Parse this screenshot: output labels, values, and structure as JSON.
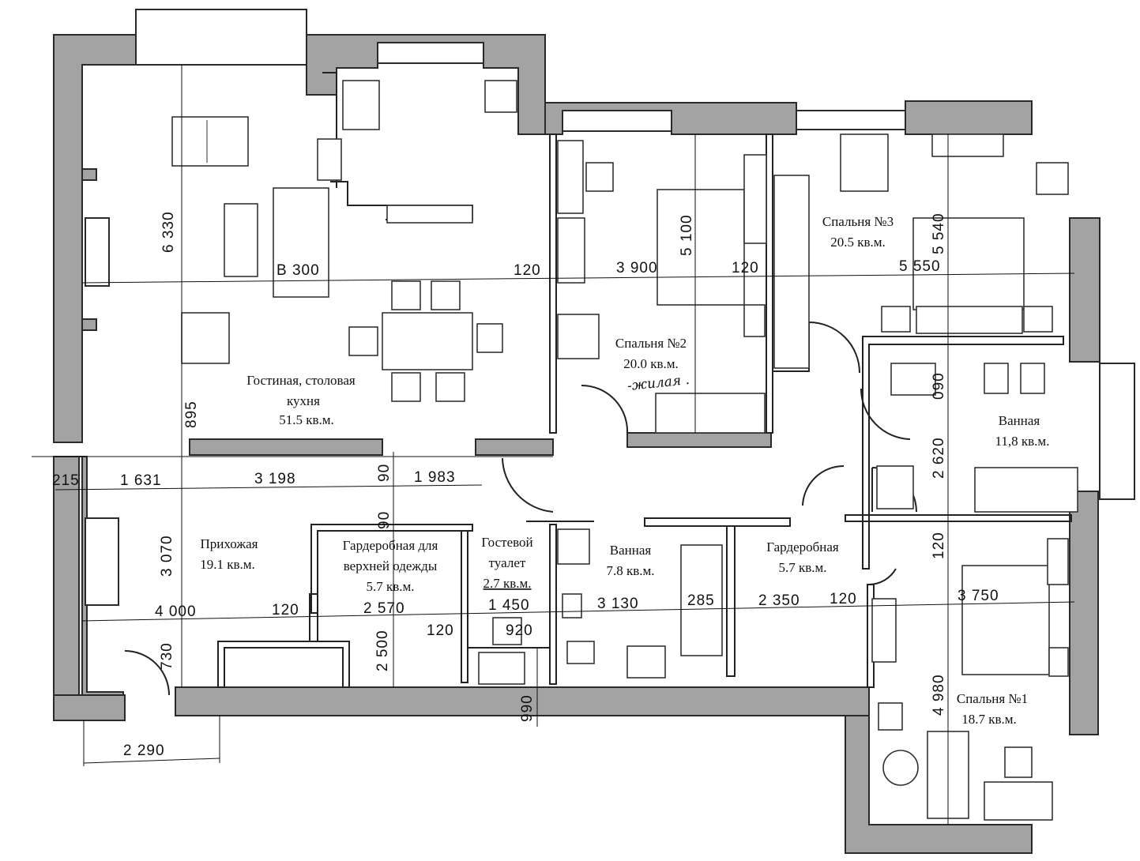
{
  "rooms": {
    "living": {
      "line1": "Гостиная, столовая",
      "line2": "кухня",
      "area": "51.5 кв.м."
    },
    "bedroom2": {
      "name": "Спальня №2",
      "area": "20.0 кв.м.",
      "note": "-жилая ."
    },
    "bedroom3": {
      "name": "Спальня №3",
      "area": "20.5 кв.м."
    },
    "bath_big": {
      "name": "Ванная",
      "area": "11,8 кв.м."
    },
    "hall": {
      "name": "Прихожая",
      "area": "19.1 кв.м."
    },
    "outer_wardrobe": {
      "line1": "Гардеробная для",
      "line2": "верхней одежды",
      "area": "5.7 кв.м."
    },
    "guest_wc": {
      "line1": "Гостевой",
      "line2": "туалет",
      "area": "2.7 кв.м."
    },
    "bath_small": {
      "name": "Ванная",
      "area": "7.8 кв.м."
    },
    "wardrobe": {
      "name": "Гардеробная",
      "area": "5.7 кв.м."
    },
    "bedroom1": {
      "name": "Спальня №1",
      "area": "18.7 кв.м."
    }
  },
  "dims": {
    "d6330": "6 330",
    "dB300": "B 300",
    "d120a": "120",
    "d3900": "3 900",
    "d120b": "120",
    "d5550": "5 550",
    "d5100": "5 100",
    "d5540": "5 540",
    "d895": "895",
    "d215": "215",
    "d1631": "1 631",
    "d3198": "3 198",
    "d90a": "90",
    "d1983": "1 983",
    "d90b": "90",
    "d090": "090",
    "d2620": "2 620",
    "d3070": "3 070",
    "d4000": "4 000",
    "d120c": "120",
    "d2570": "2 570",
    "d1450": "1 450",
    "d3130": "3 130",
    "d285": "285",
    "d2350": "2 350",
    "d120d": "120",
    "d3750": "3 750",
    "d120e": "120",
    "d2500": "2 500",
    "d120f": "120",
    "d920": "920",
    "d730": "730",
    "d990": "990",
    "d4980": "4 980",
    "d2290": "2 290"
  }
}
